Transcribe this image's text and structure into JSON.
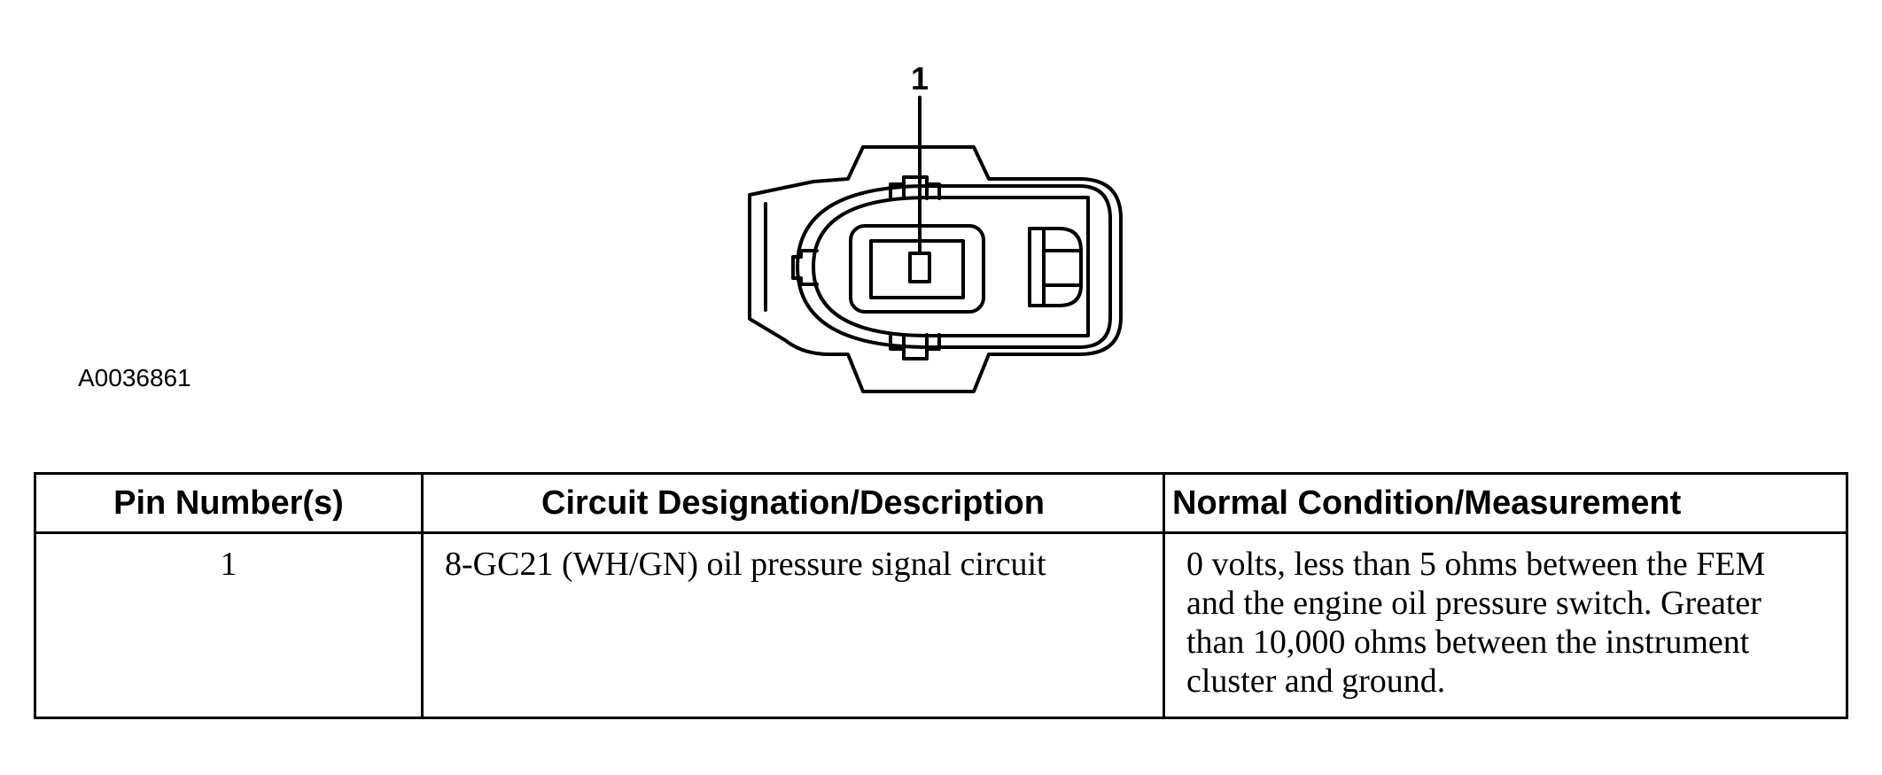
{
  "figure": {
    "callout_label": "1",
    "figure_id": "A0036861"
  },
  "table": {
    "headers": [
      "Pin Number(s)",
      "Circuit Designation/Description",
      "Normal Condition/Measurement"
    ],
    "rows": [
      {
        "pin": "1",
        "circuit": "8-GC21 (WH/GN) oil pressure signal circuit",
        "measurement_lines": [
          "0 volts, less than 5 ohms between the FEM",
          "and the engine oil pressure switch. Greater",
          "than 10,000 ohms between the instrument",
          "cluster and ground."
        ]
      }
    ]
  }
}
